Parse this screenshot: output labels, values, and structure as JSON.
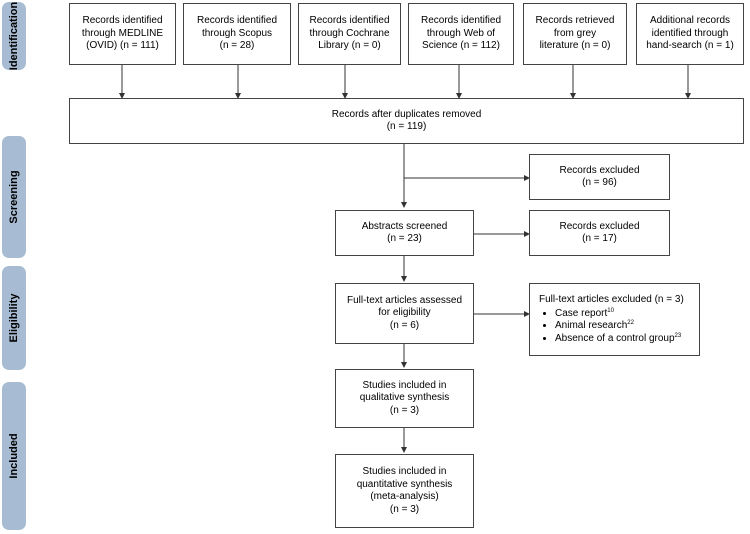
{
  "phases": {
    "identification": "Identification",
    "screening": "Screening",
    "eligibility": "Eligibility",
    "included": "Included"
  },
  "sources": [
    {
      "l1": "Records identified",
      "l2": "through MEDLINE",
      "l3": "(OVID) (n = 111)"
    },
    {
      "l1": "Records identified",
      "l2": "through Scopus",
      "l3": "(n = 28)"
    },
    {
      "l1": "Records identified",
      "l2": "through Cochrane",
      "l3": "Library (n = 0)"
    },
    {
      "l1": "Records identified",
      "l2": "through Web of",
      "l3": "Science (n = 112)"
    },
    {
      "l1": "Records retrieved",
      "l2": "from grey",
      "l3": "literature (n = 0)"
    },
    {
      "l1": "Additional records",
      "l2": "identified through",
      "l3": "hand-search (n = 1)"
    }
  ],
  "duplicates": {
    "l1": "Records after duplicates removed",
    "l2": "(n =  119)"
  },
  "excluded1": {
    "l1": "Records excluded",
    "l2": "(n = 96)"
  },
  "abstracts": {
    "l1": "Abstracts screened",
    "l2": "(n = 23)"
  },
  "excluded2": {
    "l1": "Records excluded",
    "l2": "(n = 17)"
  },
  "fulltext": {
    "l1": "Full-text articles assessed",
    "l2": "for eligibility",
    "l3": "(n = 6)"
  },
  "fulltext_excluded": {
    "title": "Full-text articles excluded (n = 3)",
    "items": [
      {
        "text": "Case report",
        "ref": "10"
      },
      {
        "text": "Animal research",
        "ref": "22"
      },
      {
        "text": "Absence of a control group",
        "ref": "23"
      }
    ]
  },
  "qualitative": {
    "l1": "Studies included in",
    "l2": "qualitative synthesis",
    "l3": "(n = 3)"
  },
  "quantitative": {
    "l1": "Studies included in",
    "l2": "quantitative synthesis",
    "l3": "(meta-analysis)",
    "l4": "(n = 3)"
  }
}
